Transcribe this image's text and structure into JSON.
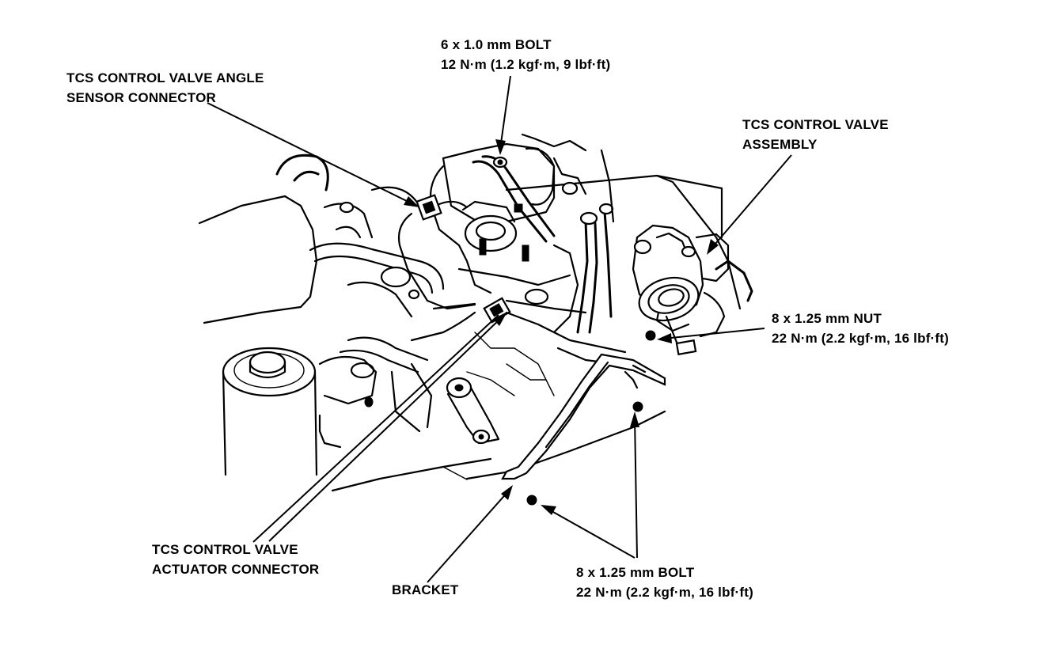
{
  "labels": {
    "bolt_6": {
      "line1": "6 x 1.0 mm BOLT",
      "line2": "12 N·m (1.2 kgf·m, 9 lbf·ft)"
    },
    "angle_sensor_connector": {
      "line1": "TCS CONTROL VALVE ANGLE",
      "line2": "SENSOR CONNECTOR"
    },
    "valve_assembly": {
      "line1": "TCS CONTROL VALVE",
      "line2": "ASSEMBLY"
    },
    "nut_8": {
      "line1": "8 x 1.25 mm NUT",
      "line2": "22 N·m (2.2 kgf·m, 16 lbf·ft)"
    },
    "actuator_connector": {
      "line1": "TCS CONTROL VALVE",
      "line2": "ACTUATOR CONNECTOR"
    },
    "bracket": {
      "line1": "BRACKET"
    },
    "bolt_8": {
      "line1": "8 x 1.25 mm BOLT",
      "line2": "22 N·m (2.2 kgf·m, 16 lbf·ft)"
    }
  }
}
